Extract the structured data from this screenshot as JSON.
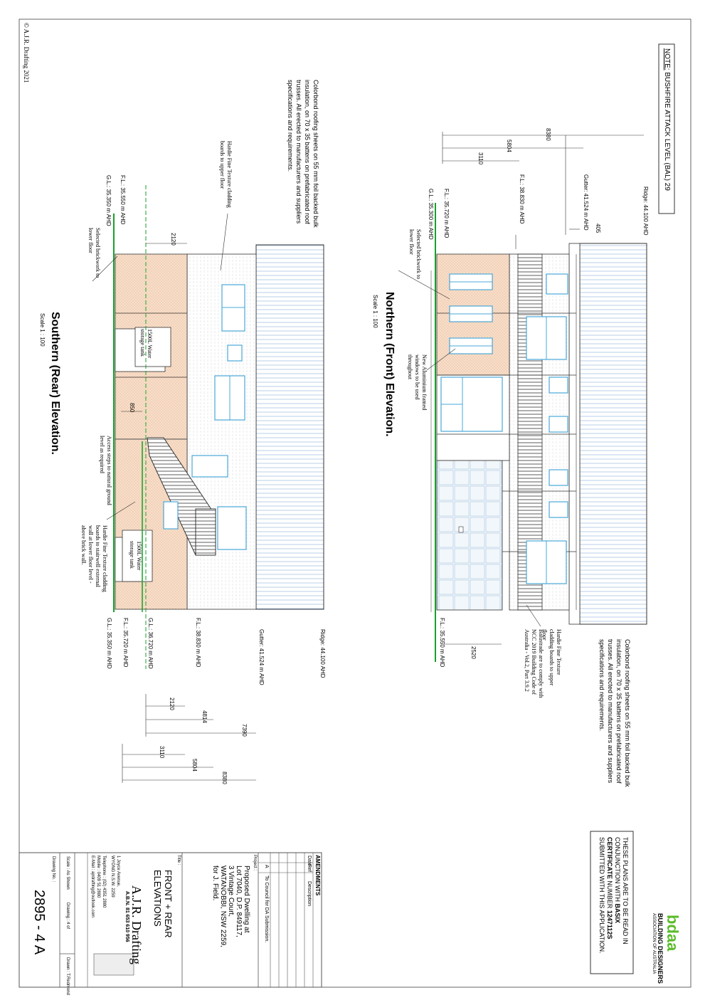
{
  "copyright": "© A.J.R. Drafting 2021",
  "bal_note": {
    "prefix": "NOTE:",
    "text": " BUSHFIRE ATTACK LEVEL (BAL) 29"
  },
  "roof_note": "Colorbond roofing sheets on 55 mm foil backed bulk insulation, on 70 x 35 battens on prefabricated roof trusses. All erected to manufacturers and suppliers specifications and requirements.",
  "north": {
    "title": "Northern (Front) Elevation.",
    "scale": "Scale  1 : 100",
    "levels": {
      "ridge": "Ridge: 44.100 AHD",
      "gutter": "Gutter: 41.524 m AHD",
      "ff_upper": "F.L.:  38.830 m AHD",
      "fl_left": "F.L.:  35.720 m AHD",
      "gl_left": "G.L.:  35.300 m AHD",
      "fl_right": "F.L.:  35.550 m AHD"
    },
    "dims": [
      "8380",
      "5804",
      "3110",
      "405",
      "2520"
    ],
    "labels": {
      "brickwork": "Selected brickwork to lower floor",
      "windows": "New Aluminium framed windows to be used throughout",
      "hardie": "Hardie Fine Texture cladding boards to upper floor",
      "balustrade": "Balustrade are to comply with NCC 2019 Building Code of Australia - Vol.2, Part 3.9.2"
    }
  },
  "south": {
    "title": "Southern (Rear) Elevation.",
    "scale": "Scale  1 : 100",
    "levels": {
      "ridge": "Ridge: 44.100 AHD",
      "gutter": "Gutter: 41.524 m AHD",
      "ff_upper": "F.L.:  38.830 m AHD",
      "gl_mid": "G.L.:  36.720 m AHD",
      "fl_mid": "F.L.:  35.720 m AHD",
      "gl_right": "G.L.:  35.350 m AHD",
      "fl_left": "F.L.:  35.550 m AHD",
      "gl_left": "G.L.:  35.350 m AHD"
    },
    "dims": [
      "2120",
      "850",
      "2120",
      "4814",
      "7390",
      "3110",
      "5804",
      "8380"
    ],
    "labels": {
      "hardie_upper": "Hardie Fine Texture cladding boards to upper floor",
      "brickwork": "Selected brickwork to lower floor",
      "tank1": "1500L Water storage tank",
      "tank2": "1500L Water storage tank",
      "steps": "Access steps to natural ground level as required",
      "stairwell": "Hardie Fine Texture cladding boards to stairwell external wall at lower floor level - above brick wall."
    }
  },
  "basix": {
    "line1": "THESE PLANS ARE TO BE READ IN",
    "line2": "CONJUNCTION WITH",
    "basix": "BASIX",
    "cert_label": "CERTIFICATE",
    "number_label": "NUMBER",
    "number": "1247112S",
    "line4": "SUBMITTED WITH THIS APPLICATION."
  },
  "bdaa": {
    "logo": "bdaa",
    "name": "BUILDING DESIGNERS",
    "assoc": "ASSOCIATION OF AUSTRALIA"
  },
  "title_block": {
    "amendments": "AMENDMENTS",
    "col_date": "Date",
    "col_ref": "Ref",
    "col_desc": "Description",
    "row_ref": "A",
    "row_desc": "To Council for DA Submission.",
    "project_label": "Project :",
    "project": [
      "Proposed Dwelling at",
      "Lot 7040, D.P. 849117,",
      "3 Vintage Court,",
      "WATANOBBI, NSW 2259,",
      "for  J. Field."
    ],
    "title_label": "Title :",
    "title": [
      "FRONT + REAR",
      "ELEVATIONS"
    ],
    "firm": "A.J.R. Drafting",
    "abn": "A.B.N. 81 653 610 956",
    "address": [
      "1 Joyce Avenue,",
      "WYONG N.S.W. 2259"
    ],
    "telephone": "Telephone :   (02) 4351 2880",
    "mobile": "Mobile :         0409 51 2880",
    "email": "E-Mail :   ajrdrafting@outlook.com",
    "scale": "Scale :  As Shown",
    "drawing": "Drawing :   4  of",
    "drawn": "Drawn :  T.Redmond",
    "drawing_no_label": "Drawing No. :",
    "drawing_no": "2895 - 4 A"
  },
  "colors": {
    "brick": "#f6dcc6",
    "brick_dot": "#e6a176",
    "window": "#4aa8d8",
    "ground": "#17a12a",
    "bdaa": "#5bbb2a",
    "roof_hatch": "#8fb0d8"
  }
}
